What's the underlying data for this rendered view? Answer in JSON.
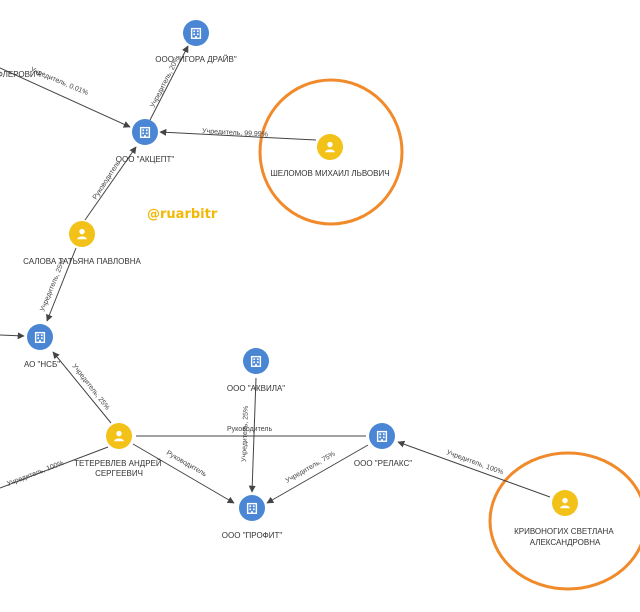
{
  "watermark": "@ruarbitr",
  "colors": {
    "company": "#4a86d4",
    "person": "#f2c218",
    "edge": "#444444",
    "highlight": "#f08a2a",
    "watermark": "#f2b807"
  },
  "nodes": {
    "igora": {
      "label": "ООО \"ИГОРА ДРАЙВ\"",
      "kind": "company",
      "icon": "building-icon"
    },
    "aktsept": {
      "label": "ООО \"АКЦЕПТ\"",
      "kind": "company",
      "icon": "building-icon"
    },
    "shelomov": {
      "label": "ШЕЛОМОВ МИХАИЛ ЛЬВОВИЧ",
      "kind": "person",
      "icon": "person-icon"
    },
    "salova": {
      "label": "САЛОВА ТАТЬЯНА ПАВЛОВНА",
      "kind": "person",
      "icon": "person-icon"
    },
    "nsb": {
      "label": "АО \"НСБ\"",
      "kind": "company",
      "icon": "building-icon"
    },
    "akvila": {
      "label": "ООО \"АКВИЛА\"",
      "kind": "company",
      "icon": "building-icon"
    },
    "teterevlev": {
      "label": [
        "ТЕТЕРЕВЛЕВ АНДРЕЙ",
        "СЕРГЕЕВИЧ"
      ],
      "kind": "person",
      "icon": "person-icon"
    },
    "relaks": {
      "label": "ООО \"РЕЛАКС\"",
      "kind": "company",
      "icon": "building-icon"
    },
    "profit": {
      "label": "ООО \"ПРОФИТ\"",
      "kind": "company",
      "icon": "building-icon"
    },
    "krivonogikh": {
      "label": [
        "КРИВОНОГИХ СВЕТЛАНА",
        "АЛЕКСАНДРОВНА"
      ],
      "kind": "person",
      "icon": "person-icon"
    },
    "flerovich": {
      "label": "ФЛЕРОВИЧ",
      "kind": "person-partial"
    }
  },
  "edges": [
    {
      "id": "e1",
      "from": "aktsept",
      "to": "igora",
      "label": "Учредитель, 20%"
    },
    {
      "id": "e2",
      "from": "flerovich",
      "to": "aktsept",
      "label": "Учредитель, 0.01%"
    },
    {
      "id": "e3",
      "from": "shelomov",
      "to": "aktsept",
      "label": "Учредитель, 99.99%"
    },
    {
      "id": "e4",
      "from": "salova",
      "to": "aktsept",
      "label": "Руководитель"
    },
    {
      "id": "e5",
      "from": "salova",
      "to": "nsb",
      "label": "Учредитель, 25%"
    },
    {
      "id": "e6",
      "from": "offscreen-left",
      "to": "nsb",
      "label": ""
    },
    {
      "id": "e7",
      "from": "teterevlev",
      "to": "nsb",
      "label": "Учредитель, 25%"
    },
    {
      "id": "e8",
      "from": "teterevlev",
      "to": "relaks",
      "label": "Руководитель"
    },
    {
      "id": "e9",
      "from": "teterevlev",
      "to": "profit",
      "label": "Руководитель"
    },
    {
      "id": "e10",
      "from": "offscreen-bottom-left",
      "to": "teterevlev",
      "label": "Учредитель, 100%"
    },
    {
      "id": "e11",
      "from": "akvila",
      "to": "profit",
      "label": "Учредитель, 25%"
    },
    {
      "id": "e12",
      "from": "relaks",
      "to": "profit",
      "label": "Учредитель, 75%"
    },
    {
      "id": "e13",
      "from": "krivonogikh",
      "to": "relaks",
      "label": "Учредитель, 100%"
    }
  ],
  "highlights": [
    "shelomov",
    "krivonogikh"
  ]
}
